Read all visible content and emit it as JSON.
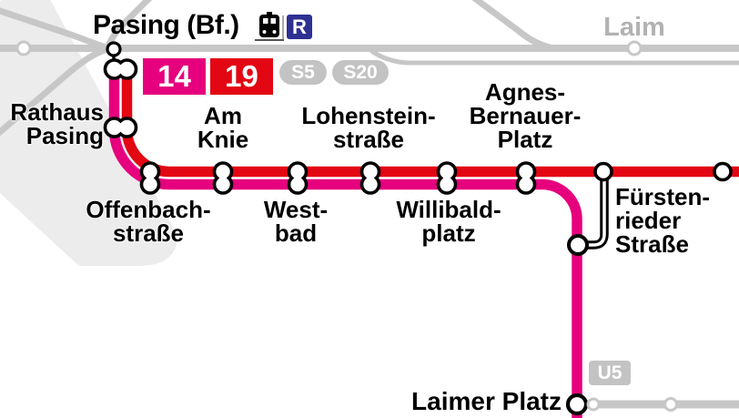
{
  "header": {
    "title": "Pasing (Bf.)",
    "rail_badge_label": "R"
  },
  "line_badges": {
    "tram_14": "14",
    "tram_19": "19",
    "sbahn_5": "S5",
    "sbahn_20": "S20",
    "ubahn_5": "U5"
  },
  "stations": {
    "laim": "Laim",
    "rathaus_pasing": "Rathaus\nPasing",
    "offenbachstrasse": "Offenbach-\nstraße",
    "am_knie": "Am\nKnie",
    "westbad": "West-\nbad",
    "lohensteinstrasse": "Lohenstein-\nstraße",
    "willibaldplatz": "Willibald-\nplatz",
    "agnes_bernauer_platz": "Agnes-\nBernauer-\nPlatz",
    "fuerstenrieder_strasse": "Fürsten-\nrieder\nStraße",
    "laimer_platz": "Laimer Platz"
  },
  "colors": {
    "tram14": "#E6007E",
    "tram19": "#E30613",
    "rail_gray": "#C7C7C7",
    "badge_gray": "#C3C3C3",
    "laim_text_gray": "#B2B2B2",
    "area_gray": "#ECECEC",
    "rail_badge_blue": "#2E3192"
  }
}
